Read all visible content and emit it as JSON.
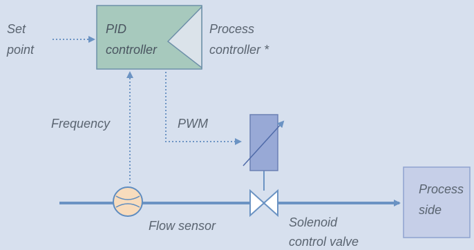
{
  "labels": {
    "set_point": [
      "Set",
      "point"
    ],
    "pid_controller": [
      "PID",
      "controller"
    ],
    "process_controller": [
      "Process",
      "controller *"
    ],
    "frequency": "Frequency",
    "pwm": "PWM",
    "flow_sensor": "Flow sensor",
    "solenoid_valve": [
      "Solenoid",
      "control valve"
    ],
    "process_side": [
      "Process",
      "side"
    ]
  },
  "colors": {
    "background": "#d7e0ee",
    "controller_fill": "#a7c9bd",
    "controller_stroke": "#6d8fa8",
    "pipe": "#6b93c3",
    "signal_line": "#6b93c3",
    "actuator_fill": "#98a9d6",
    "sensor_fill": "#f8dcbd",
    "sensor_stroke": "#5e8cc0",
    "process_side_fill": "#c6cfe8",
    "valve_fill": "#ffffff",
    "label_text": "#5a6470"
  },
  "icons": {
    "controller_wedge": "triangle-icon",
    "flow_sensor": "flow-sensor-icon",
    "valve": "butterfly-valve-icon",
    "actuator": "variable-actuator-icon"
  }
}
